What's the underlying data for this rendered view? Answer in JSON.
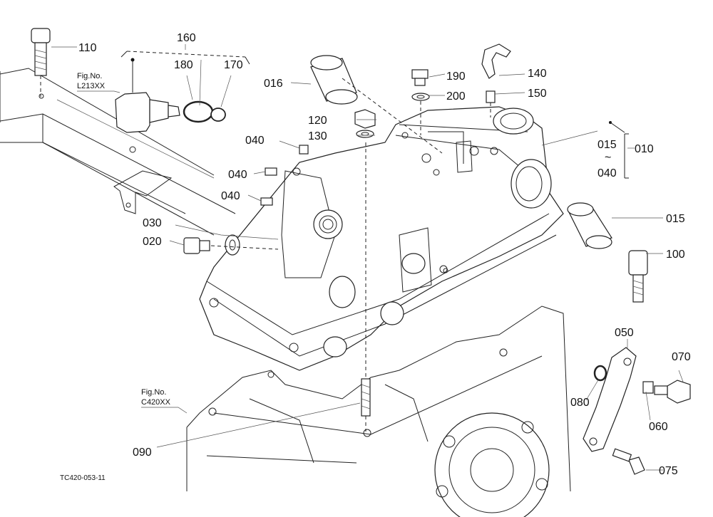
{
  "diagram": {
    "code": "TC420-053-11",
    "refs": [
      {
        "line1": "Fig.No.",
        "line2": "L213XX"
      },
      {
        "line1": "Fig.No.",
        "line2": "C420XX"
      }
    ],
    "labels": {
      "p110": "110",
      "p160": "160",
      "p180": "180",
      "p170": "170",
      "p016": "016",
      "p190": "190",
      "p140": "140",
      "p200": "200",
      "p150": "150",
      "p120": "120",
      "p130": "130",
      "p040a": "040",
      "p040b": "040",
      "p040c": "040",
      "p015": "015",
      "p010": "010",
      "p040d": "040",
      "p030": "030",
      "p020": "020",
      "p015b": "015",
      "p100": "100",
      "p050": "050",
      "p070": "070",
      "p080": "080",
      "p060": "060",
      "p090": "090",
      "p075": "075",
      "tilde": "~"
    }
  }
}
